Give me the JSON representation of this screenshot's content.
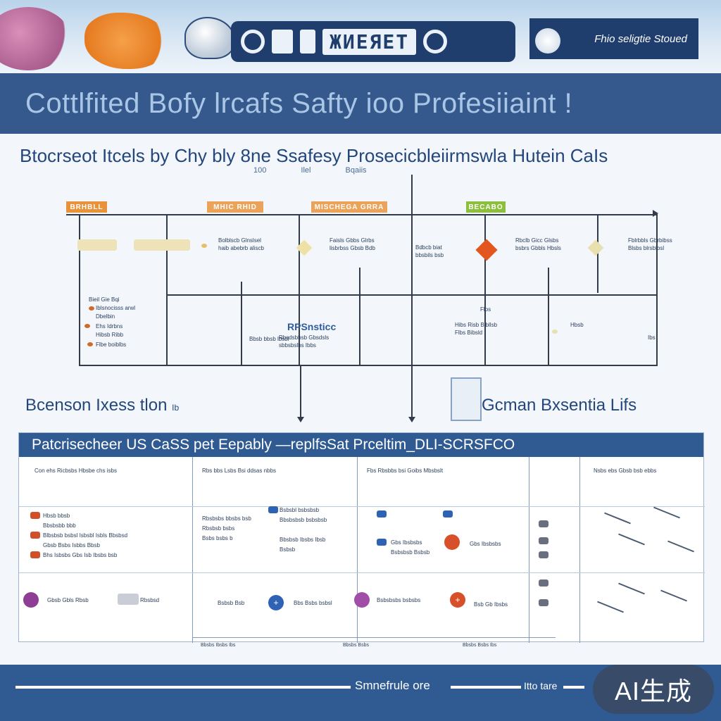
{
  "banner": {
    "toolbar_text": "ЖИЕЯЕТ",
    "tag_text": "Fhio seligtie Stoued"
  },
  "title": "Cottlfited Bofy lrcafs Safty ioo Profesiiaint !",
  "subtitle": "Btocrseot Itcels by Chy bly 8ne Ssafesy Prosecicbleiirmswla Hutein CaIs",
  "subtitle_ticks": [
    "100",
    "Ilel",
    "Bqaiis"
  ],
  "flow": {
    "chips": [
      "BRHBLL",
      "MHIC RHID",
      "MISCHEGA GRRA",
      "BECABO"
    ],
    "center_label": "RPSnsticc",
    "left_list": [
      "Bieil Gie Bqi",
      "Iblsnocisss arwl",
      "Dbelbin",
      "Ehs Idrbns",
      "Hibsb Ribb",
      "Flbe boiblbs"
    ],
    "notes": [
      "Bolblscb Glnslsel\nhaib abebrb aliscb",
      "Faisls Gbbs Glrbs\nlisbrbss Gbsb Bdb",
      "Bdbcb biat\nbbsbils bsb",
      "Rbclb Gicc Glsbs\nbsbrs Gbbls Hbsls",
      "Fblrbbls Gbrbibss\nBlsbs blrsblbsl",
      "Bbsb bbsb lbsbl",
      "Rbsdsbbsb Gbsdsls\nsbbsbslbs Ibbs",
      "Hibs Risb Bibllsb\nFlbs Bibsld",
      "Hbsb",
      "Ibs",
      "Flbs"
    ]
  },
  "mid_left": "Bcenson Ixess tlon",
  "mid_left_mark": "Ib",
  "mid_right": "Gcman Bxsentia Lifs",
  "table": {
    "header": "Patcrisecheer US CaSS pet Eepably —replfsSat Prceltim_DLI-SCRSFCO",
    "col_heads": [
      "Con ehs Ricbsbs Hbsbe chs isbs",
      "Rbs bbs Lsbs Bsi ddsas nbbs",
      "Fbs Rbsbbs bsi Goibs Mbsbslt",
      "",
      "Nsbs ebs Gbsb bsb ebbs"
    ],
    "col1_rows": [
      "Hbsb bbsb",
      "Bbsbsbb bbb",
      "Blbsbsb bsbsl Isbsbl Isbls Bbsbsd",
      "Gbsb Bsbs Isbbs Bbsb",
      "Bhs Isbsbs Gbs Isb Ibsbs bsb"
    ],
    "col1_bottom": "Gbsb Gbls Rbsb",
    "col1_bottom2": "Rbsbsd",
    "col2_rows": [
      "Rbsbsbs bbsbs bsb",
      "Rbsbsb bsbs",
      "Bsbs bsbs b"
    ],
    "col2_rows_b": [
      "Bsbsbl bsbsbsb",
      "Bbsbsbsb bsbsbsb",
      "Bbsbsb Ibsbs Ibsb",
      "Bsbsb"
    ],
    "col2_bottom": "Bsbsb Bsb",
    "col2_bottom2": "Bbs Bsbs bsbsl",
    "col3_rows": [
      "Gbs Ibsbsbs",
      "Bsbsbsb Bsbsb"
    ],
    "col3_right": "Gbs Ibsbsbs",
    "col3_bottom": "Bsbsbsbs bsbsbs",
    "col3_bottom2": "Bsb Gb Ibsbs",
    "footer_ticks": [
      "Bbsbs Ibsbs Ibs",
      "Bbsbs Bsbs",
      "Bbsbs Bsbs Ibs"
    ],
    "colors": {
      "purple": "#8e3e94",
      "blue": "#2e62b5",
      "orange": "#d8502a",
      "violet": "#a04ea8"
    }
  },
  "footer": {
    "text": "Smnefrule ore",
    "text2": "Itto tare"
  },
  "ai_badge": "AI生成"
}
